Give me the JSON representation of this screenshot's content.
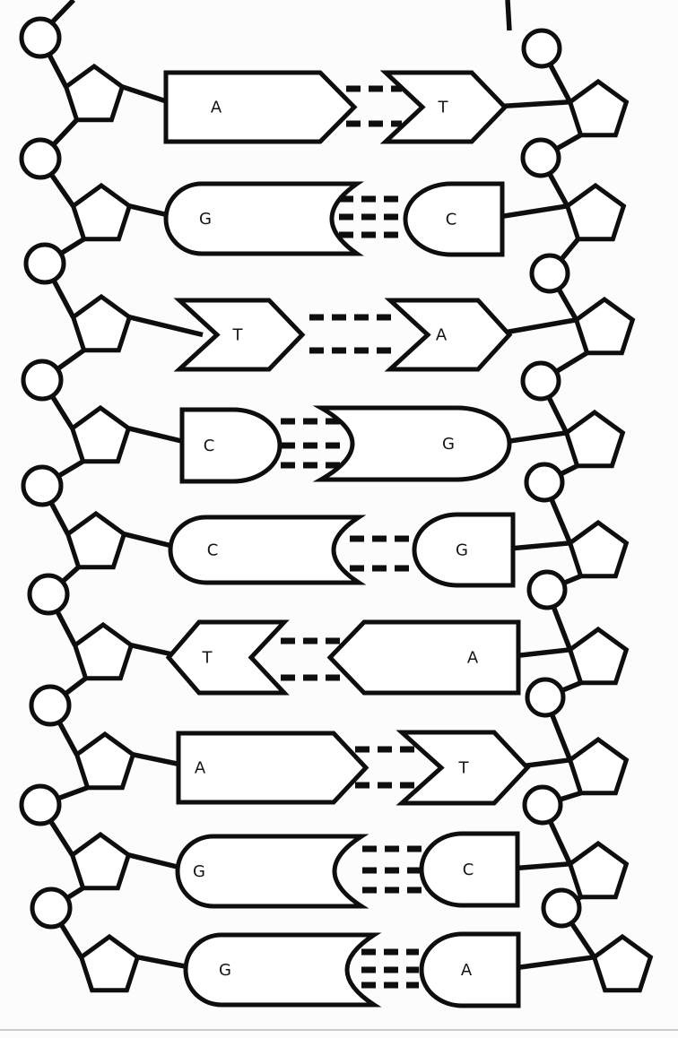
{
  "page": {
    "background": "#fcfcfc",
    "ink": "#0e0e0e",
    "bond_style": "dashed"
  },
  "base_pairs": [
    {
      "left": {
        "base": "A",
        "shape": "pointed-arrow-right"
      },
      "right": {
        "base": "T",
        "shape": "chevron-right"
      },
      "bonds": 2
    },
    {
      "left": {
        "base": "G",
        "shape": "rounded-left-concave-right"
      },
      "right": {
        "base": "C",
        "shape": "dome-flat-right"
      },
      "bonds": 3
    },
    {
      "left": {
        "base": "T",
        "shape": "chevron-right"
      },
      "right": {
        "base": "A",
        "shape": "chevron-right"
      },
      "bonds": 2
    },
    {
      "left": {
        "base": "C",
        "shape": "dome-flat-left"
      },
      "right": {
        "base": "G",
        "shape": "concave-left-rounded-right"
      },
      "bonds": 3
    },
    {
      "left": {
        "base": "C",
        "shape": "rounded-left-concave-right"
      },
      "right": {
        "base": "G",
        "shape": "dome-flat-right"
      },
      "bonds": 2
    },
    {
      "left": {
        "base": "T",
        "shape": "chevron-left"
      },
      "right": {
        "base": "A",
        "shape": "pointed-arrow-left"
      },
      "bonds": 2
    },
    {
      "left": {
        "base": "A",
        "shape": "pointed-arrow-right"
      },
      "right": {
        "base": "T",
        "shape": "chevron-right"
      },
      "bonds": 2
    },
    {
      "left": {
        "base": "G",
        "shape": "rounded-left-concave-right"
      },
      "right": {
        "base": "C",
        "shape": "dome-flat-right"
      },
      "bonds": 3
    },
    {
      "left": {
        "base": "G",
        "shape": "rounded-left-concave-right"
      },
      "right": {
        "base": "A",
        "shape": "dome-flat-right"
      },
      "bonds": 3
    }
  ]
}
